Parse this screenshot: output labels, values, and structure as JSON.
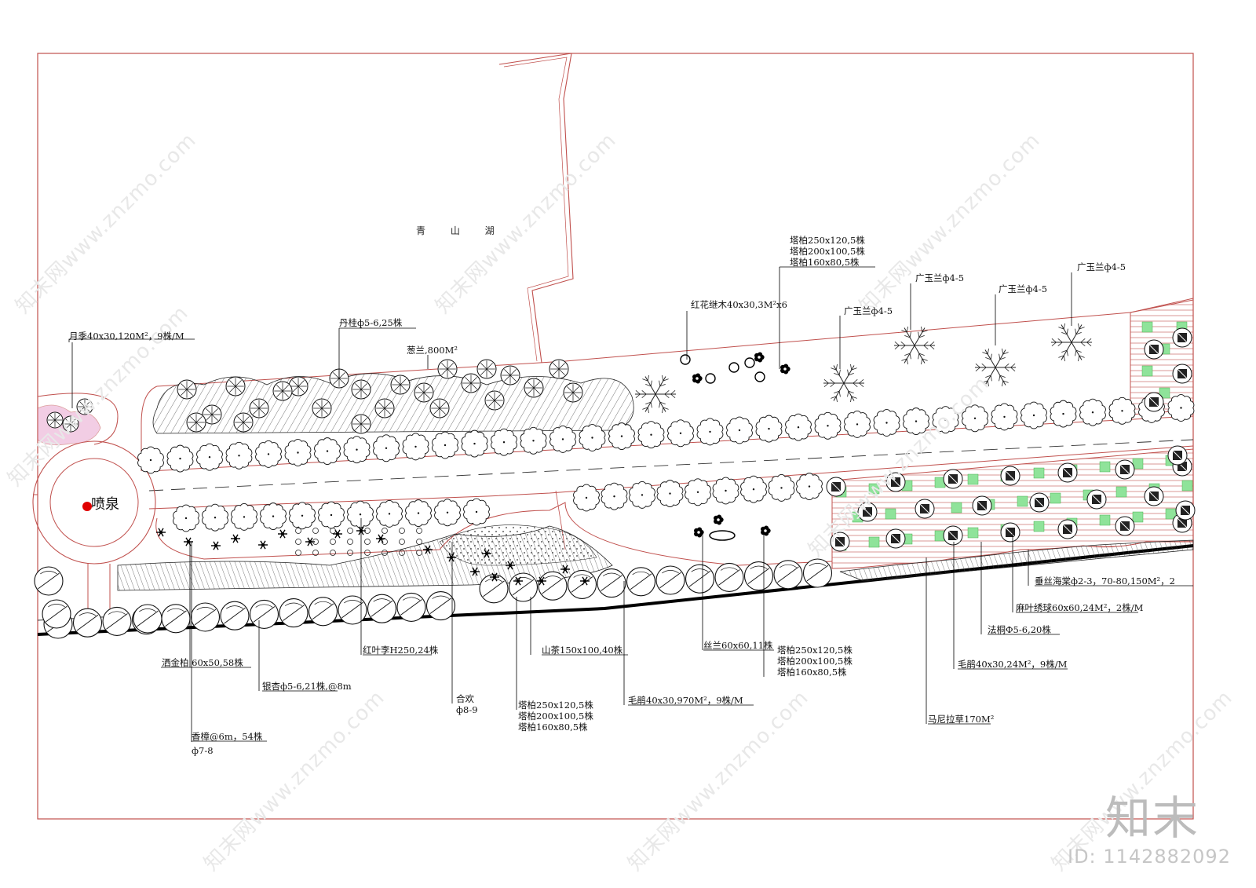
{
  "drawing": {
    "lake_name": "青 山 湖",
    "fountain_label": "喷泉",
    "brand": "知末",
    "id_text": "ID: 1142882092",
    "watermark": "知末网www.znzmo.com",
    "colors": {
      "frame": "#c0504d",
      "ink": "#000000",
      "fountain_dot": "#e00000",
      "lawn_green": "#8fe39a",
      "flower_pink": "#e8a6cf"
    }
  },
  "labels": {
    "yueji": "月季40x30,120M²，9株/M",
    "dangui": "丹桂ф5-6,25株",
    "conglan": "葱兰,800M²",
    "hongjimu": "红花继木40x30,3M²x6",
    "tabai_top_1": "塔柏250x120,5株",
    "tabai_top_2": "塔柏200x100,5株",
    "tabai_top_3": "塔柏160x80,5株",
    "guangyulan_1": "广玉兰ф4-5",
    "guangyulan_2": "广玉兰ф4-5",
    "guangyulan_3": "广玉兰ф4-5",
    "guangyulan_4": "广玉兰ф4-5",
    "sajinbai": "洒金柏 60x50,58株",
    "yinxing": "银杏ф5-6,21株,@8m",
    "xiangzhang_1": "香樟@6m，54株",
    "xiangzhang_2": "ф7-8",
    "hongyeli": "红叶李H250,24株",
    "hehuan_1": "合欢",
    "hehuan_2": "ф8-9",
    "tabai_bot_1": "塔柏250x120,5株",
    "tabai_bot_2": "塔柏200x100,5株",
    "tabai_bot_3": "塔柏160x80,5株",
    "shancha": "山茶150x100,40株",
    "maojuan_1": "毛鹃40x30,970M²，9株/M",
    "silan": "丝兰60x60,11株",
    "tabai_mid_1": "塔柏250x120,5株",
    "tabai_mid_2": "塔柏200x100,5株",
    "tabai_mid_3": "塔柏160x80,5株",
    "chuisi": "垂丝海棠ф2-3，70-80,150M²，2",
    "mayexiuqiu": "麻叶绣球60x60,24M²，2株/M",
    "fatong": "法桐Ф5-6,20株",
    "maojuan_2": "毛鹃40x30,24M²，9株/M",
    "manila": "马尼拉草170M²"
  }
}
